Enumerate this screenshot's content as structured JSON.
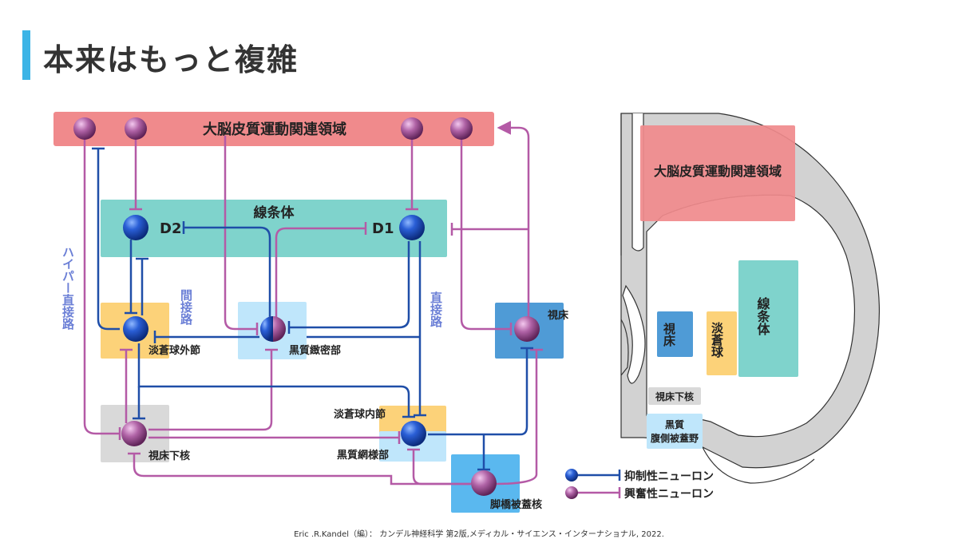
{
  "title": "本来はもっと複雑",
  "diagram": {
    "cortex": "大脳皮質運動関連領域",
    "striatum": "線条体",
    "d2": "D2",
    "d1": "D1",
    "indirect": "間接路",
    "direct": "直接路",
    "hyperdirect": "ハイパー直接路",
    "gpe": "淡蒼球外節",
    "snc": "黒質緻密部",
    "thalamus": "視床",
    "stn": "視床下核",
    "gpi": "淡蒼球内節",
    "snr": "黒質網様部",
    "ppn": "脚橋被蓋核"
  },
  "legend": {
    "inhibitory": "抑制性ニューロン",
    "excitatory": "興奮性ニューロン"
  },
  "brain": {
    "cortex": "大脳皮質運動関連領域",
    "striatum": "線条体",
    "gp": "淡蒼球",
    "thalamus": "視床",
    "stn": "視床下核",
    "sn_line1": "黒質",
    "sn_line2": "腹側被蓋野"
  },
  "colors": {
    "inhibitory": "#1f4ea8",
    "excitatory": "#b45aa6",
    "cortex_box": "#f08a8c",
    "striatum_box": "#7fd3cc",
    "gp_box": "#fcd279",
    "thalamus_box": "#4f9bd6",
    "stn_box": "#d9d9d9",
    "snc_box": "#bfe6fb",
    "ppn_box": "#5ab8ef"
  },
  "citation": "Eric .R.Kandel（編）： カンデル神経科学 第2版,メディカル・サイエンス・インターナショナル, 2022."
}
